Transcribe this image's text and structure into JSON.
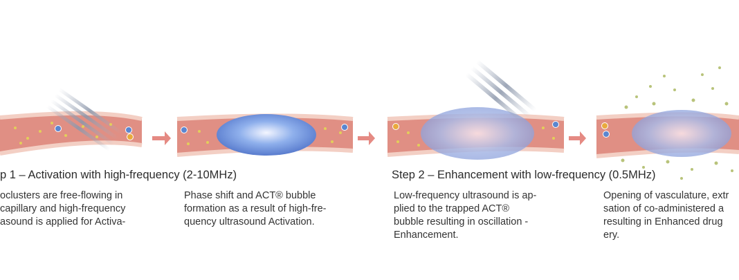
{
  "colors": {
    "vessel_fill": "#e08f84",
    "vessel_wall": "#f3cfc4",
    "arrow": "#e58a83",
    "bubble": "#6e90d8",
    "particle": "#e3cf5a",
    "ultrasound": "#9aa6b8",
    "text": "#2b2b2b"
  },
  "steps": [
    {
      "title": "p 1 – Activation with high-frequency (2-10MHz)"
    },
    {
      "title": "Step 2 – Enhancement with low-frequency (0.5MHz)"
    }
  ],
  "panels": [
    {
      "id": "free-flowing",
      "caption": [
        "oclusters are free-flowing in",
        "capillary and high-frequency",
        "asound is applied for Activa-"
      ]
    },
    {
      "id": "phase-shift",
      "caption": [
        "Phase shift and ACT® bubble",
        "formation as a result of high-fre-",
        "quency ultrasound Activation."
      ]
    },
    {
      "id": "oscillation",
      "caption": [
        "Low-frequency ultrasound is ap-",
        "plied to the trapped ACT®",
        "bubble resulting in oscillation -",
        "Enhancement."
      ]
    },
    {
      "id": "extravasation",
      "caption": [
        "Opening of vasculature, extr",
        "sation of co-administered a",
        "resulting in Enhanced drug",
        "ery."
      ]
    }
  ],
  "icons": [
    "flow-arrow-icon",
    "flow-arrow-icon",
    "flow-arrow-icon"
  ]
}
